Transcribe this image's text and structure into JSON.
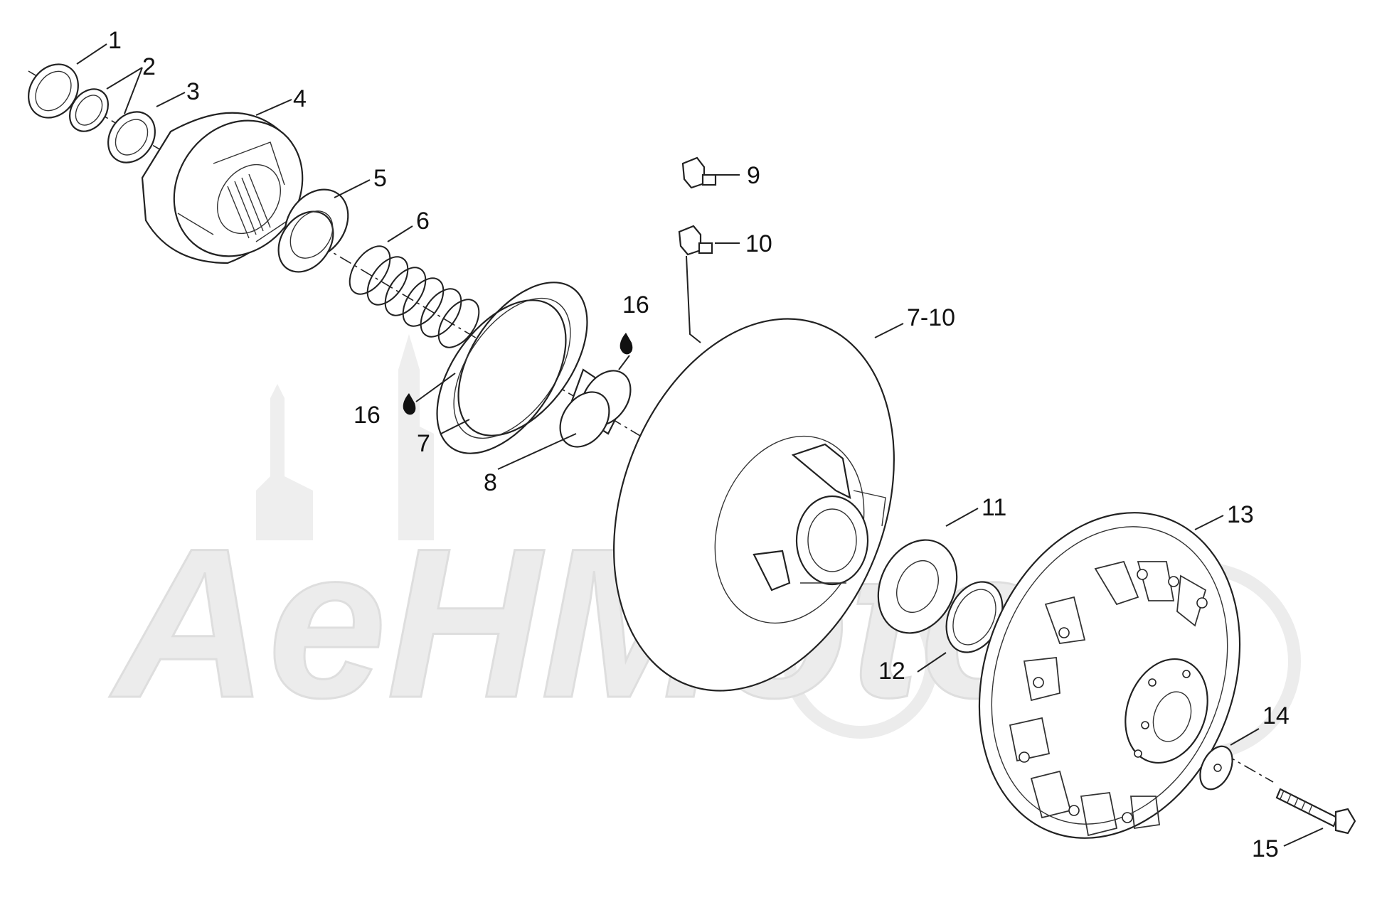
{
  "diagram": {
    "watermark": "AeHMoto",
    "callouts": [
      {
        "id": "c1",
        "label": "1"
      },
      {
        "id": "c2",
        "label": "2"
      },
      {
        "id": "c3",
        "label": "3"
      },
      {
        "id": "c4",
        "label": "4"
      },
      {
        "id": "c5",
        "label": "5"
      },
      {
        "id": "c6",
        "label": "6"
      },
      {
        "id": "c7",
        "label": "7"
      },
      {
        "id": "c8",
        "label": "8"
      },
      {
        "id": "c9",
        "label": "9"
      },
      {
        "id": "c10",
        "label": "10"
      },
      {
        "id": "c710",
        "label": "7-10"
      },
      {
        "id": "c11",
        "label": "11"
      },
      {
        "id": "c12",
        "label": "12"
      },
      {
        "id": "c13",
        "label": "13"
      },
      {
        "id": "c14",
        "label": "14"
      },
      {
        "id": "c15",
        "label": "15"
      },
      {
        "id": "c16a",
        "label": "16"
      },
      {
        "id": "c16b",
        "label": "16"
      }
    ]
  }
}
